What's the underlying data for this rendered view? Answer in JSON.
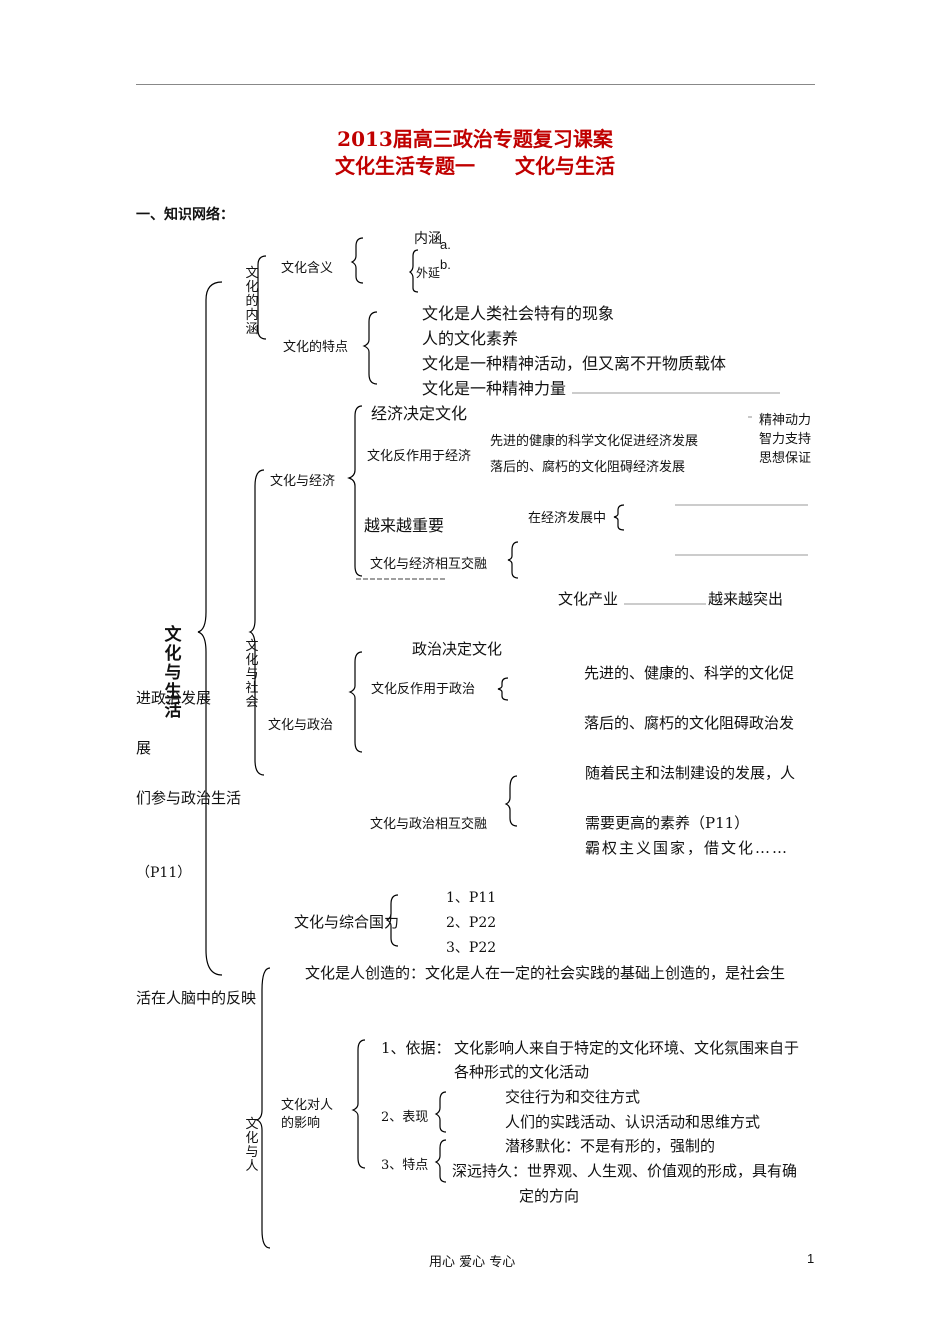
{
  "header": {
    "title_line1": "2013届高三政治专题复习课案",
    "title_line2_a": "文化生活专题一",
    "title_line2_b": "文化与生活"
  },
  "section_heading": "一、知识网络：",
  "root_label": "文化与生活",
  "branches": {
    "neihan": "文化的内涵",
    "shehui": "文化与社会",
    "ren": "文化与人"
  },
  "culture_meaning": {
    "label": "文化含义",
    "item_a": "内涵",
    "marker_a": "a.",
    "item_b": "外延",
    "marker_b": "b."
  },
  "culture_features": {
    "label": "文化的特点",
    "items": [
      "文化是人类社会特有的现象",
      "人的文化素养",
      "文化是一种精神活动，但又离不开物质载体",
      "文化是一种精神力量"
    ]
  },
  "economy": {
    "label": "文化与经济",
    "decide": "经济决定文化",
    "react_label": "文化反作用于经济",
    "react_items": [
      "先进的健康的科学文化促进经济发展",
      "落后的、腐朽的文化阻碍经济发展"
    ],
    "side_items": [
      "精神动力",
      "智力支持",
      "思想保证"
    ],
    "more_important": "越来越重要",
    "in_economy": "在经济发展中",
    "blend_label": "文化与经济相互交融",
    "industry_a": "文化产业",
    "industry_b": "越来越突出"
  },
  "politics": {
    "label": "文化与政治",
    "decide": "政治决定文化",
    "react_label": "文化反作用于政治",
    "react_line1": "先进的、健康的、科学的文化促",
    "react_line1_cont": "进政治发展",
    "react_line2": "落后的、腐朽的文化阻碍政治发",
    "react_line2_cont": "展",
    "blend_label": "文化与政治相互交融",
    "blend_line1": "随着民主和法制建设的发展，人",
    "blend_line1_cont": "们参与政治生活",
    "blend_line2": "需要更高的素养（P11）",
    "blend_line2_cont": "（P11）",
    "blend_line3": "霸权主义国家，借文化……"
  },
  "power": {
    "label": "文化与综合国力",
    "items": [
      "1、P11",
      "2、P22",
      "3、P22"
    ]
  },
  "people": {
    "created": "文化是人创造的：文化是人在一定的社会实践的基础上创造的，是社会生",
    "created_cont": "活在人脑中的反映",
    "influence_label_1": "文化对人",
    "influence_label_2": "的影响",
    "basis_label": "1、依据：",
    "basis_text": "文化影响人来自于特定的文化环境、文化氛围来自于",
    "basis_text_cont": "各种形式的文化活动",
    "show_label": "2、表现",
    "show_items": [
      "交往行为和交往方式",
      "人们的实践活动、认识活动和思维方式"
    ],
    "feature_label": "3、特点",
    "feature_item1": "潜移默化：不是有形的，强制的",
    "feature_item2": "深远持久：世界观、人生观、价值观的形成，具有确",
    "feature_item2_cont": "定的方向"
  },
  "footer": {
    "motto": "用心 爱心 专心",
    "page": "1"
  }
}
